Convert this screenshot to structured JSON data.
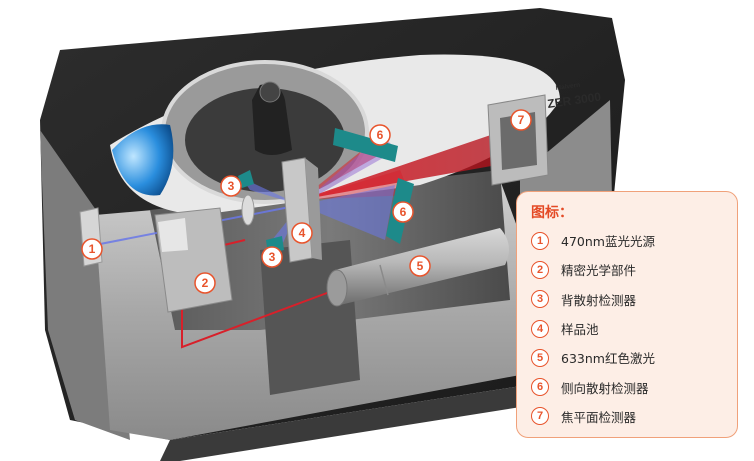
{
  "legend": {
    "title": "图标：",
    "items": [
      {
        "num": "1",
        "label": "470nm蓝光光源"
      },
      {
        "num": "2",
        "label": "精密光学部件"
      },
      {
        "num": "3",
        "label": "背散射检测器"
      },
      {
        "num": "4",
        "label": "样品池"
      },
      {
        "num": "5",
        "label": "633nm红色激光"
      },
      {
        "num": "6",
        "label": "侧向散射检测器"
      },
      {
        "num": "7",
        "label": "焦平面检测器"
      }
    ]
  },
  "markers": [
    "1",
    "2",
    "3",
    "3",
    "4",
    "5",
    "6",
    "6",
    "7"
  ],
  "device": {
    "brand": "Malvern",
    "model_text": "ZER 3000"
  },
  "colors": {
    "marker": "#e8542c",
    "legend_bg": "#fdeee6",
    "legend_border": "#f0a17a",
    "red_laser": "#d8202a",
    "blue_light": "#6a78e8",
    "detector_teal": "#1d8a8a"
  }
}
